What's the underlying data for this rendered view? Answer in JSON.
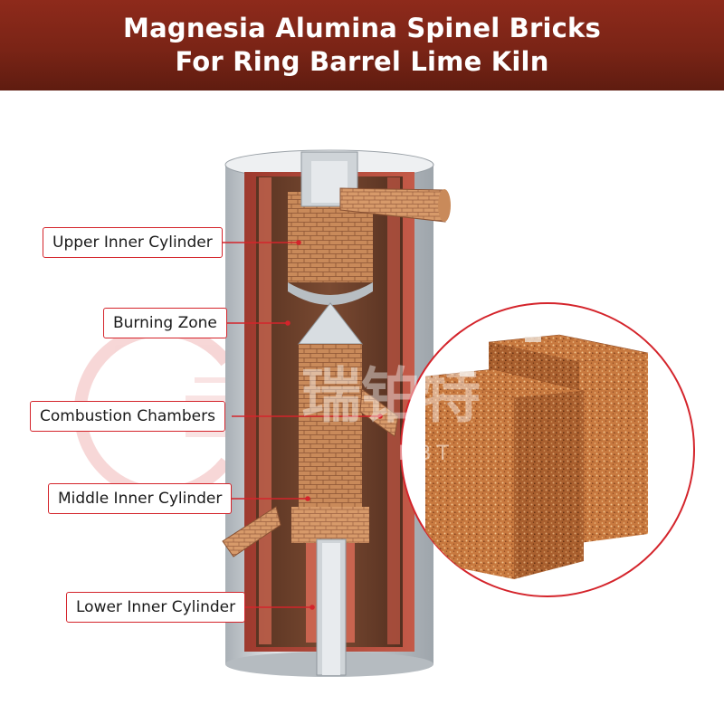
{
  "header": {
    "title_line1": "Magnesia Alumina Spinel Bricks",
    "title_line2": "For Ring Barrel Lime Kiln"
  },
  "labels": {
    "upper_inner_cylinder": "Upper Inner Cylinder",
    "burning_zone": "Burning Zone",
    "combustion_chambers": "Combustion Chambers",
    "middle_inner_cylinder": "Middle Inner Cylinder",
    "lower_inner_cylinder": "Lower Inner Cylinder"
  },
  "watermark": {
    "brand_text": "瑞铂特",
    "brand_latin": "RBT"
  },
  "colors": {
    "header_bg": "#7a2416",
    "label_border": "#d4242b",
    "leader_line": "#d4242b",
    "shell": "#c9ced3",
    "lining": "#b4463a",
    "brick": "#c98a5a",
    "zoom_circle": "#d4242b"
  }
}
